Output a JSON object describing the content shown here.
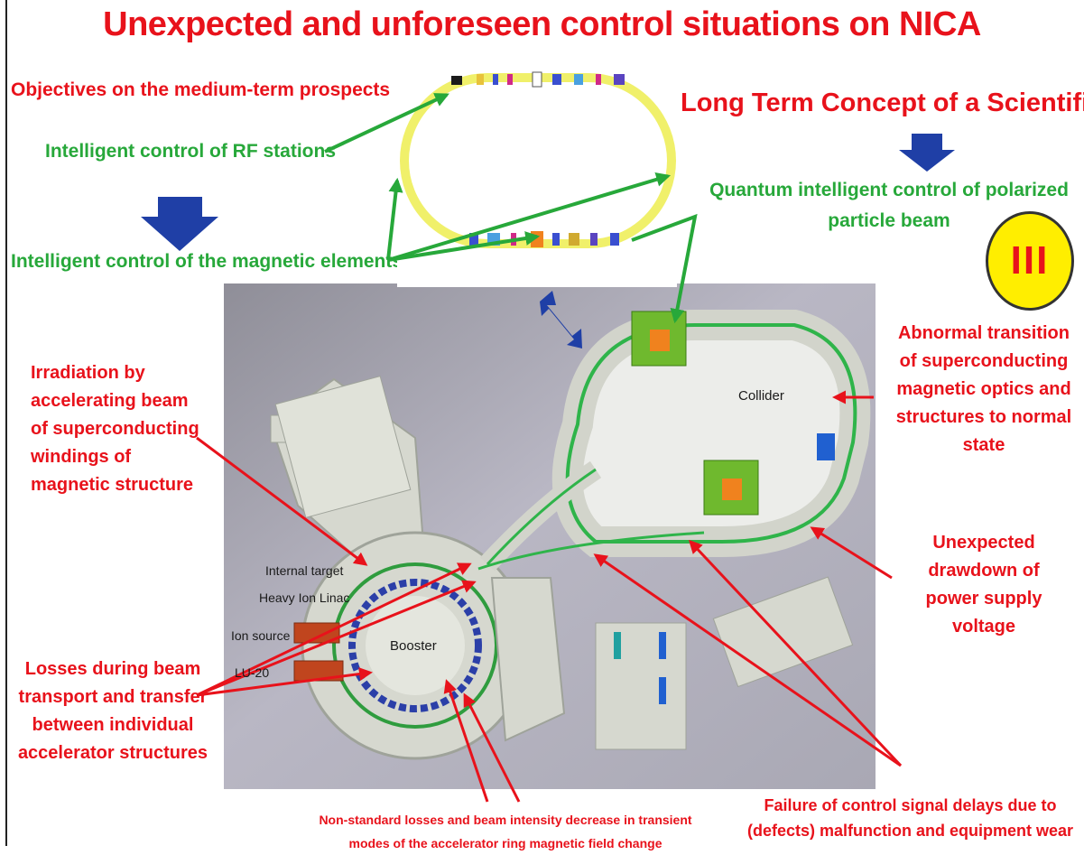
{
  "title": "Unexpected and unforeseen control situations on NICA",
  "objectives": "Objectives on the medium-term prospects",
  "long_term": "Long Term Concept of a Scientific IT",
  "rf_stations": "Intelligent control of RF stations",
  "magnetic_elements": "Intelligent control of the magnetic elements",
  "quantum_control": [
    "Quantum intelligent control of polarized",
    "particle beam"
  ],
  "roman_numeral": "III",
  "irradiation": [
    "Irradiation by",
    "accelerating beam",
    "of superconducting",
    "windings of",
    "magnetic structure"
  ],
  "abnormal_transition": [
    "Abnormal transition",
    "of superconducting",
    "magnetic optics and",
    "structures to normal",
    "state"
  ],
  "drawdown": [
    "Unexpected",
    "drawdown of",
    "power supply",
    "voltage"
  ],
  "losses_transport": [
    "Losses during beam",
    "transport and transfer",
    "between individual",
    "accelerator structures"
  ],
  "non_standard_losses": [
    "Non-standard losses and beam intensity decrease in transient",
    "modes of the accelerator ring magnetic field change"
  ],
  "failure_delays": [
    "Failure of control signal delays due to",
    "(defects) malfunction and equipment wear"
  ],
  "facility_labels": {
    "collider": "Collider",
    "booster": "Booster",
    "internal_target": "Internal target",
    "heavy_ion_linac": "Heavy Ion Linac",
    "ion_source": "Ion source",
    "lu20": "LU-20"
  },
  "colors": {
    "red": "#e8121b",
    "green": "#27a83a",
    "blue": "#1f3fa6",
    "yellow": "#ffee00"
  }
}
